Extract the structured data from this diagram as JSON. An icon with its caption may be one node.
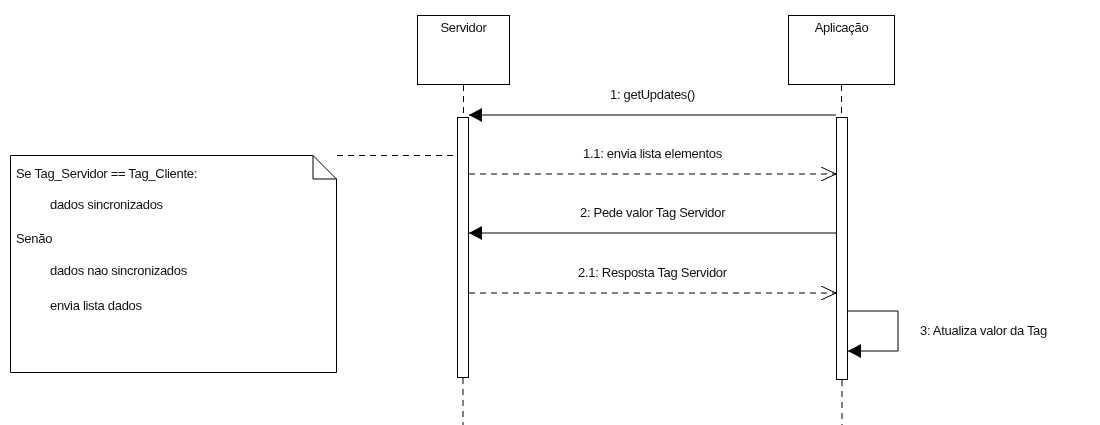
{
  "diagram": {
    "nodes": [
      {
        "text": [
          "Servidor"
        ]
      },
      {
        "text": [
          "Aplicação"
        ]
      },
      {
        "text": [
          "Se Tag_Servidor == Tag_Cliente:",
          "dados sincronizados",
          "Senão",
          "dados nao sincronizados",
          "envia lista dados"
        ]
      },
      {
        "text": [],
        "shape": "bar"
      },
      {
        "text": [],
        "shape": "bar"
      }
    ],
    "edges": [
      {
        "from": 0,
        "to": 3,
        "arrow": "none",
        "style": "dashed"
      },
      {
        "from": 1,
        "to": 4,
        "arrow": "none",
        "style": "dashed"
      },
      {
        "from": 2,
        "to": 3,
        "arrow": "none",
        "style": "dashed"
      },
      {
        "from": 4,
        "to": 3,
        "arrow": "to",
        "label": "1: getUpdates()"
      },
      {
        "from": 3,
        "to": 4,
        "arrow": "to",
        "label": "1.1: envia lista elementos",
        "style": "dashed"
      },
      {
        "from": 4,
        "to": 3,
        "arrow": "to",
        "label": "2: Pede valor Tag Servidor"
      },
      {
        "from": 3,
        "to": 4,
        "arrow": "to",
        "label": "2.1: Resposta Tag Servidor",
        "style": "dashed"
      },
      {
        "from": 4,
        "to": 4,
        "arrow": "to",
        "label": "3: Atualiza valor da Tag"
      }
    ]
  }
}
